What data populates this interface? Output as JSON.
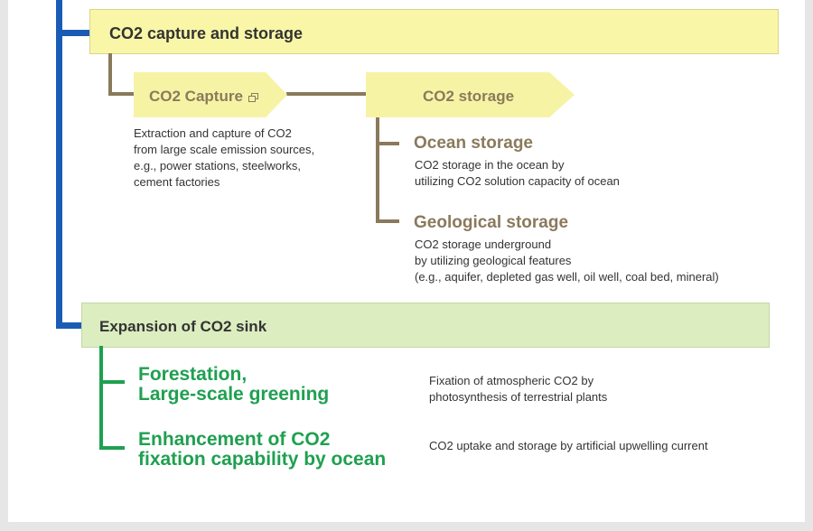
{
  "capture_storage": {
    "title": "CO2 capture and storage",
    "capture_label": "CO2 Capture",
    "capture_desc": [
      "Extraction and capture of CO2",
      "from large scale emission sources,",
      "e.g., power stations, steelworks,",
      "cement factories"
    ],
    "storage_label": "CO2 storage",
    "ocean": {
      "title": "Ocean storage",
      "desc": [
        "CO2 storage in the ocean by",
        "utilizing CO2 solution capacity of ocean"
      ]
    },
    "geological": {
      "title": "Geological storage",
      "desc": [
        "CO2 storage underground",
        "by utilizing geological features",
        "(e.g., aquifer, depleted gas well, oil well, coal bed, mineral)"
      ]
    }
  },
  "sink": {
    "title": "Expansion of CO2 sink",
    "forestation": {
      "title": [
        "Forestation,",
        "Large-scale greening"
      ],
      "desc": [
        "Fixation of atmospheric CO2 by",
        "photosynthesis of terrestrial plants"
      ]
    },
    "ocean_fixation": {
      "title": [
        "Enhancement of CO2",
        "fixation capability by ocean"
      ],
      "desc": [
        "CO2 uptake and storage by artificial upwelling current"
      ]
    }
  },
  "colors": {
    "blue": "#1a5cb5",
    "brown": "#8a7a5c",
    "green": "#1fa050",
    "yellow_box": "#f9f7a7",
    "green_box": "#dcedc0"
  },
  "icons": {
    "external_link": "external-link-icon"
  }
}
